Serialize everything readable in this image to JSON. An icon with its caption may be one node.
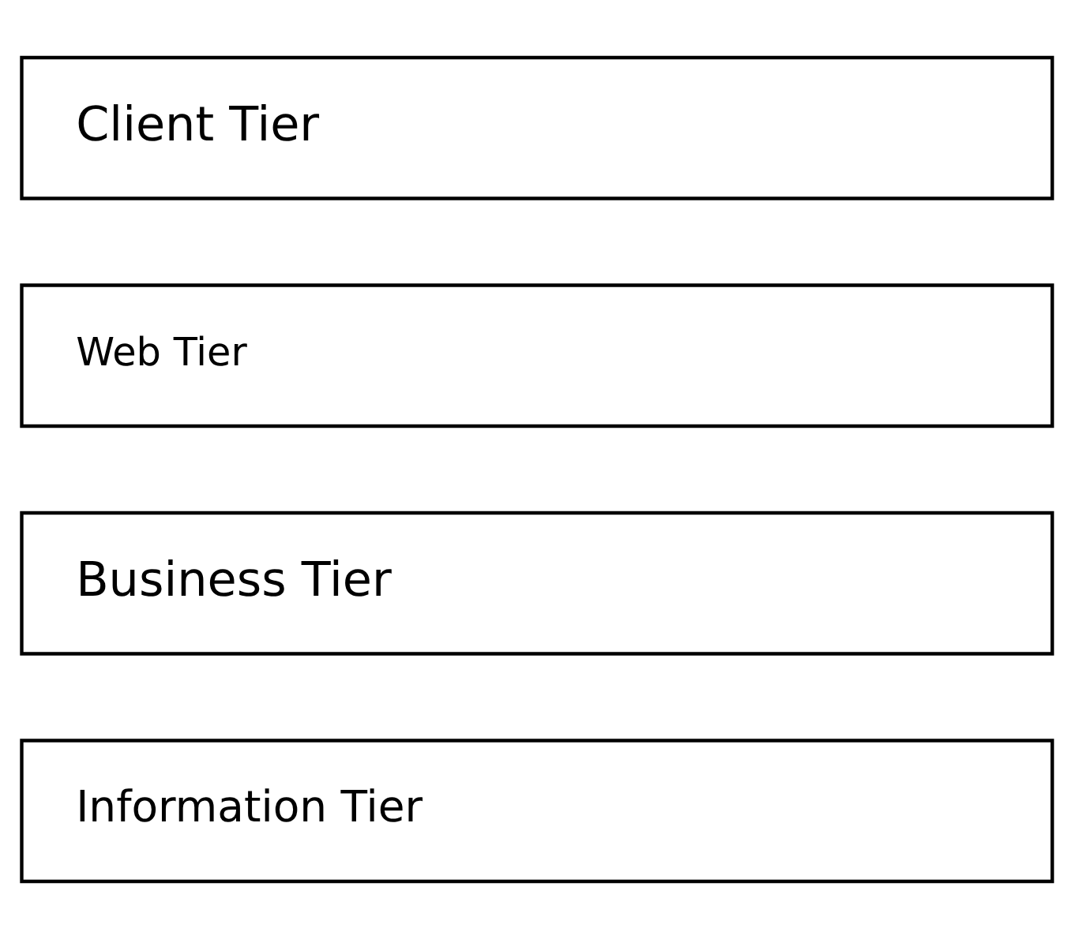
{
  "diagram": {
    "nodes": [
      {
        "text": [
          "Client Tier"
        ]
      },
      {
        "text": [
          "Web Tier"
        ]
      },
      {
        "text": [
          "Business Tier"
        ]
      },
      {
        "text": [
          "Information Tier"
        ]
      }
    ]
  }
}
